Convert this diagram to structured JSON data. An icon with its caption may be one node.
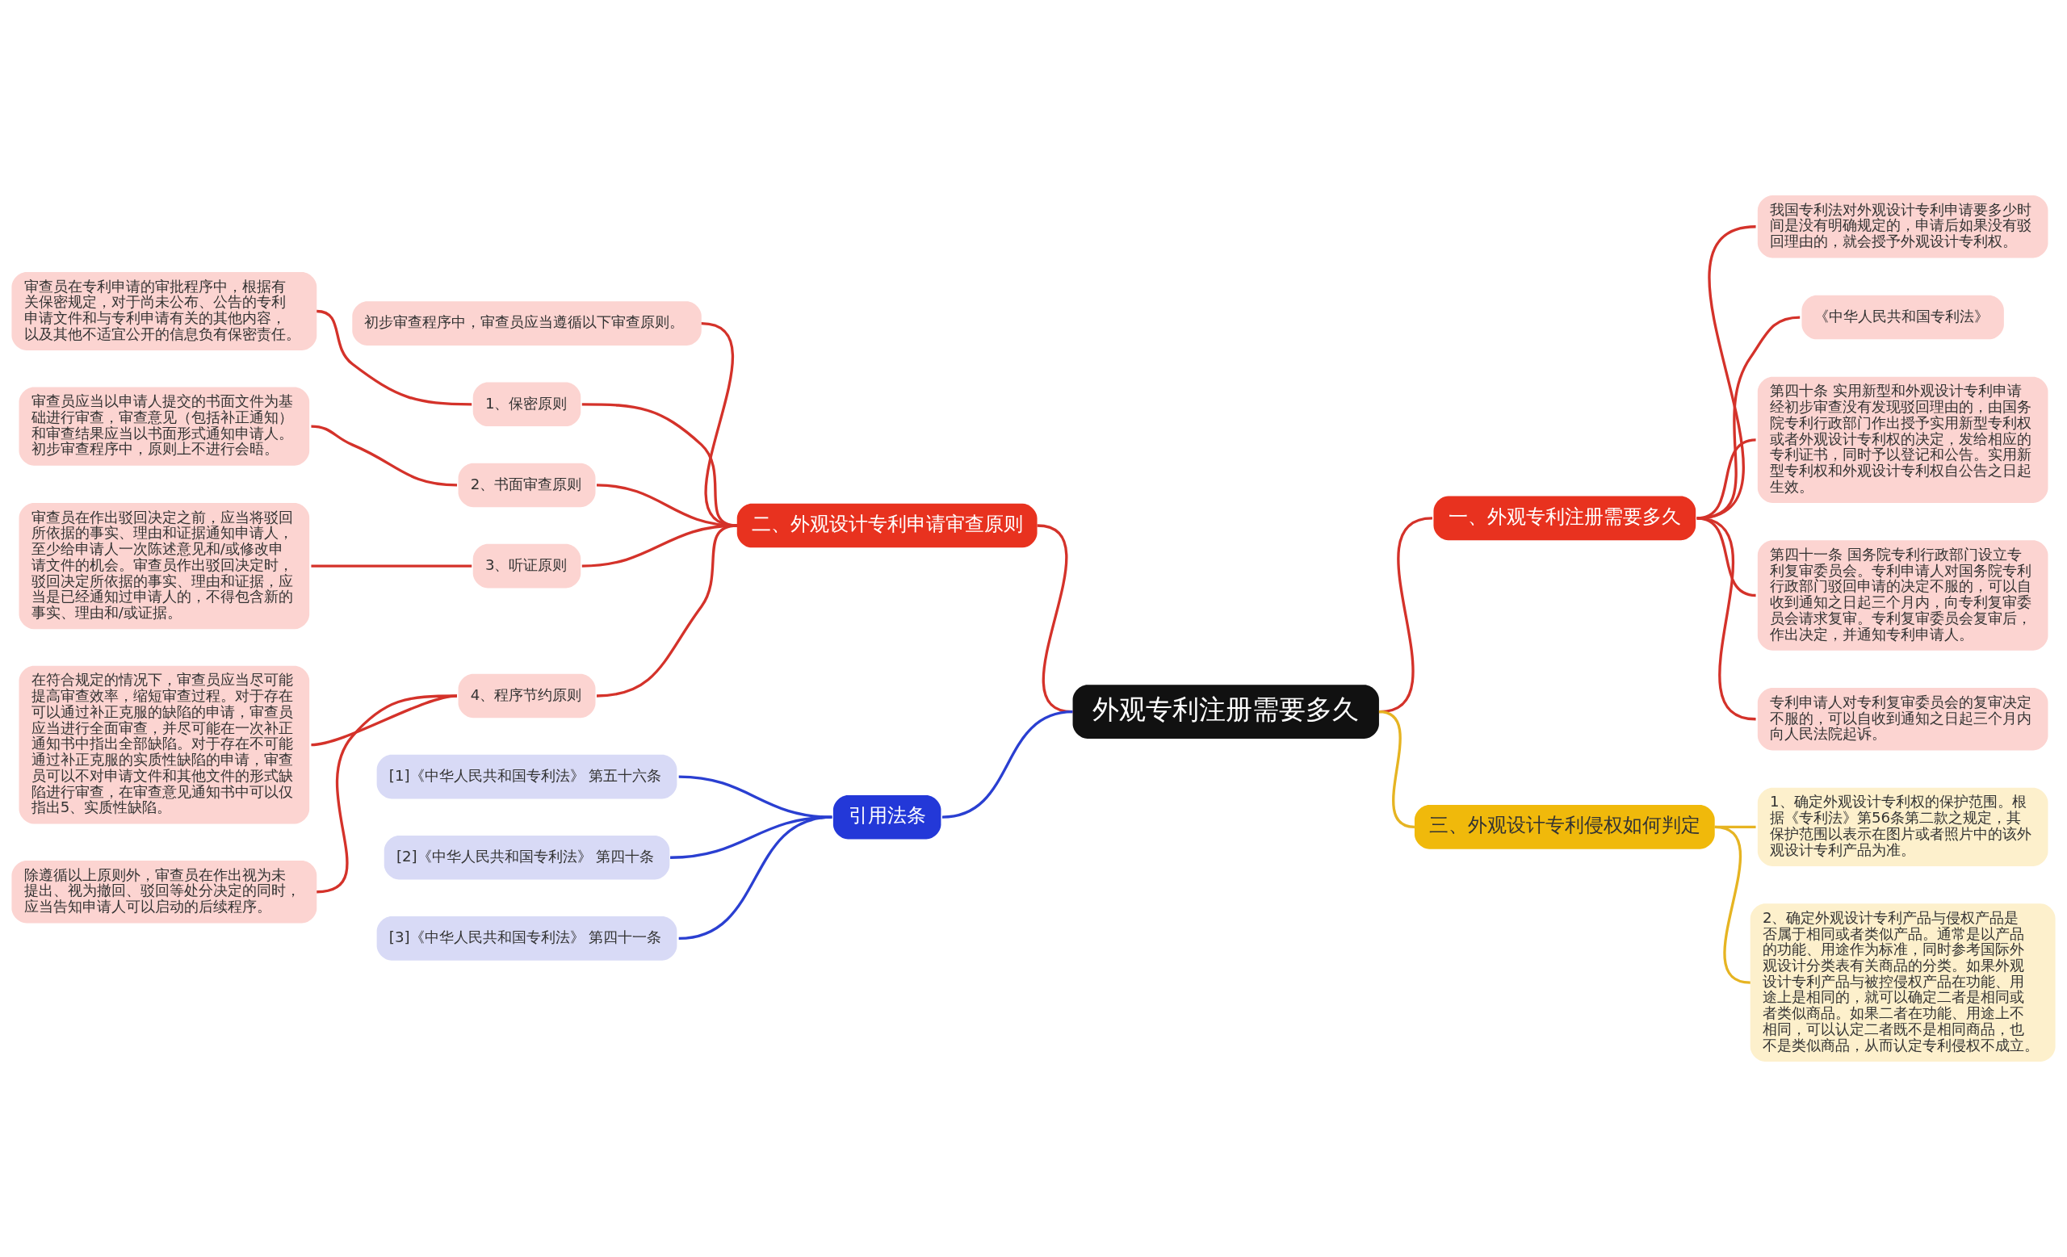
{
  "diagram": {
    "nodes": [
      {
        "text": [
          "外观专利注册需要多久"
        ]
      },
      {
        "text": [
          "一、外观专利注册需要多久"
        ]
      },
      {
        "text": [
          "我国专利法对外观设计专利申请要多少时间是没有明确规定的，申请后如果没有驳回理由的，就会授予外观设计专利权。"
        ]
      },
      {
        "text": [
          "《中华人民共和国专利法》"
        ]
      },
      {
        "text": [
          "第四十条 实用新型和外观设计专利申请经初步审查没有发现驳回理由的，由国务院专利行政部门作出授予实用新型专利权或者外观设计专利权的决定，发给相应的专利证书，同时予以登记和公告。实用新型专利权和外观设计专利权自公告之日起生效。"
        ]
      },
      {
        "text": [
          "第四十一条 国务院专利行政部门设立专利复审委员会。专利申请人对国务院专利行政部门驳回申请的决定不服的，可以自收到通知之日起三个月内，向专利复审委员会请求复审。专利复审委员会复审后，作出决定，并通知专利申请人。"
        ]
      },
      {
        "text": [
          "专利申请人对专利复审委员会的复审决定不服的，可以自收到通知之日起三个月内向人民法院起诉。"
        ]
      },
      {
        "text": [
          "二、外观设计专利申请审查原则"
        ]
      },
      {
        "text": [
          "初步审查程序中，审查员应当遵循以下审查原则。"
        ]
      },
      {
        "text": [
          "1、保密原则"
        ]
      },
      {
        "text": [
          "审查员在专利申请的审批程序中，根据有关保密规定，对于尚未公布、公告的专利申请文件和与专利申请有关的其他内容，以及其他不适宜公开的信息负有保密责任。"
        ]
      },
      {
        "text": [
          "2、书面审查原则"
        ]
      },
      {
        "text": [
          "审查员应当以申请人提交的书面文件为基础进行审查，审查意见（包括补正通知）和审查结果应当以书面形式通知申请人。初步审查程序中，原则上不进行会晤。"
        ]
      },
      {
        "text": [
          "3、听证原则"
        ]
      },
      {
        "text": [
          "审查员在作出驳回决定之前，应当将驳回所依据的事实、理由和证据通知申请人，至少给申请人一次陈述意见和/或修改申请文件的机会。审查员作出驳回决定时，驳回决定所依据的事实、理由和证据，应当是已经通知过申请人的，不得包含新的事实、理由和/或证据。"
        ]
      },
      {
        "text": [
          "4、程序节约原则"
        ]
      },
      {
        "text": [
          "在符合规定的情况下，审查员应当尽可能提高审查效率，缩短审查过程。对于存在可以通过补正克服的缺陷的申请，审查员应当进行全面审查，并尽可能在一次补正通知书中指出全部缺陷。对于存在不可能通过补正克服的实质性缺陷的申请，审查员可以不对申请文件和其他文件的形式缺陷进行审查，在审查意见通知书中可以仅指出5、实质性缺陷。"
        ]
      },
      {
        "text": [
          "除遵循以上原则外，审查员在作出视为未提出、视为撤回、驳回等处分决定的同时，应当告知申请人可以启动的后续程序。"
        ]
      },
      {
        "text": [
          "三、外观设计专利侵权如何判定"
        ]
      },
      {
        "text": [
          "1、确定外观设计专利权的保护范围。根据《专利法》第56条第二款之规定，其保护范围以表示在图片或者照片中的该外观设计专利产品为准。"
        ]
      },
      {
        "text": [
          "2、确定外观设计专利产品与侵权产品是否属于相同或者类似产品。通常是以产品的功能、用途作为标准，同时参考国际外观设计分类表有关商品的分类。如果外观设计专利产品与被控侵权产品在功能、用途上是相同的，就可以确定二者是相同或者类似商品。如果二者在功能、用途上不相同，可以认定二者既不是相同商品，也不是类似商品，从而认定专利侵权不成立。"
        ]
      },
      {
        "text": [
          "引用法条"
        ]
      },
      {
        "text": [
          "[1]《中华人民共和国专利法》 第五十六条"
        ]
      },
      {
        "text": [
          "[2]《中华人民共和国专利法》 第四十条"
        ]
      },
      {
        "text": [
          "[3]《中华人民共和国专利法》 第四十一条"
        ]
      }
    ],
    "edges": [
      {
        "from": 0,
        "to": 1,
        "arrow": "none"
      },
      {
        "from": 1,
        "to": 2,
        "arrow": "none"
      },
      {
        "from": 1,
        "to": 3,
        "arrow": "none"
      },
      {
        "from": 1,
        "to": 4,
        "arrow": "none"
      },
      {
        "from": 1,
        "to": 5,
        "arrow": "none"
      },
      {
        "from": 1,
        "to": 6,
        "arrow": "none"
      },
      {
        "from": 0,
        "to": 7,
        "arrow": "none"
      },
      {
        "from": 7,
        "to": 8,
        "arrow": "none"
      },
      {
        "from": 7,
        "to": 9,
        "arrow": "none"
      },
      {
        "from": 9,
        "to": 10,
        "arrow": "none"
      },
      {
        "from": 7,
        "to": 11,
        "arrow": "none"
      },
      {
        "from": 11,
        "to": 12,
        "arrow": "none"
      },
      {
        "from": 7,
        "to": 13,
        "arrow": "none"
      },
      {
        "from": 13,
        "to": 14,
        "arrow": "none"
      },
      {
        "from": 7,
        "to": 15,
        "arrow": "none"
      },
      {
        "from": 15,
        "to": 16,
        "arrow": "none"
      },
      {
        "from": 15,
        "to": 17,
        "arrow": "none"
      },
      {
        "from": 0,
        "to": 18,
        "arrow": "none",
        "color": "#e6b422"
      },
      {
        "from": 18,
        "to": 19,
        "arrow": "none",
        "color": "#e6b422"
      },
      {
        "from": 18,
        "to": 20,
        "arrow": "none",
        "color": "#e6b422"
      },
      {
        "from": 0,
        "to": 21,
        "arrow": "none",
        "color": "#2a3fd1"
      },
      {
        "from": 21,
        "to": 22,
        "arrow": "none",
        "color": "#2a3fd1"
      },
      {
        "from": 21,
        "to": 23,
        "arrow": "none",
        "color": "#2a3fd1"
      },
      {
        "from": 21,
        "to": 24,
        "arrow": "none",
        "color": "#2a3fd1"
      }
    ]
  }
}
